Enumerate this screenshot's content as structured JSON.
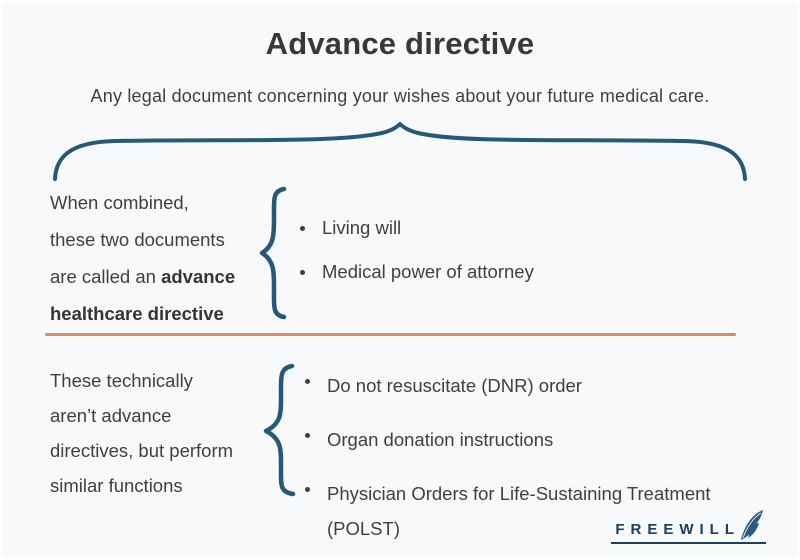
{
  "header": {
    "title": "Advance directive",
    "subtitle": "Any legal document concerning your wishes about your future medical care."
  },
  "sections": {
    "first": {
      "line1": "When combined,",
      "line2": "these two documents",
      "line3_normal": "are called an ",
      "line3_bold": "advance",
      "line4_bold": "healthcare directive",
      "items": [
        "Living will",
        "Medical power of attorney"
      ]
    },
    "second": {
      "line1": "These technically",
      "line2": "aren’t advance",
      "line3": "directives, but perform",
      "line4": "similar functions",
      "items": [
        "Do not resuscitate (DNR) order",
        "Organ donation instructions",
        "Physician Orders for Life-Sustaining Treatment (POLST)"
      ]
    }
  },
  "branding": {
    "logo_text": "FREEWILL",
    "quill_icon": "quill-feather"
  },
  "colors": {
    "navy_brace": "#265878",
    "logo_navy": "#1c3e60",
    "orange_divider": "#e8845a",
    "text": "#3f3f3f",
    "background": "#f8f9fb"
  }
}
